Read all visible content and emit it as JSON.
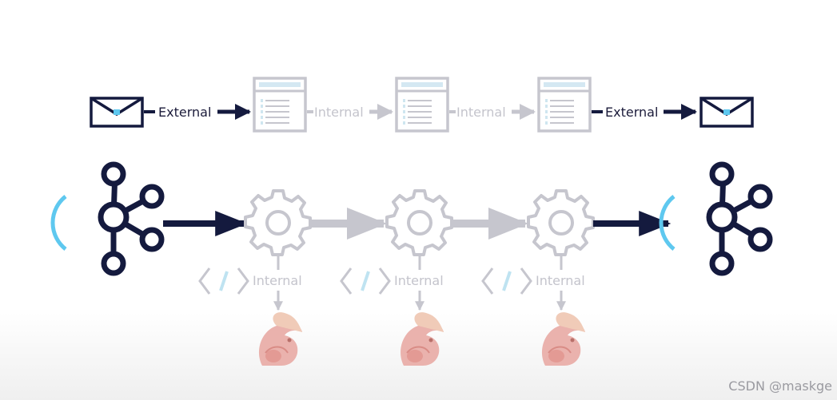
{
  "labels": {
    "top_external_left": "External",
    "top_internal_1": "Internal",
    "top_internal_2": "Internal",
    "top_external_right": "External",
    "bottom_internal_1": "Internal",
    "bottom_internal_2": "Internal",
    "bottom_internal_3": "Internal"
  },
  "watermark": "CSDN @maskge",
  "colors": {
    "navy": "#141a3e",
    "faded": "#c6c6ce",
    "accent": "#5ec8ef",
    "squirrel": "#e5a09a"
  },
  "icons": [
    "envelope-icon",
    "table-window-icon",
    "kafka-logo-icon",
    "gear-icon",
    "code-brackets-icon",
    "flink-squirrel-icon"
  ]
}
